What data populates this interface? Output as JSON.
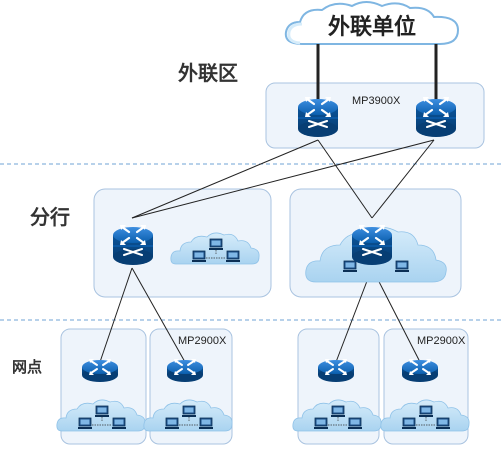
{
  "external_unit": {
    "label": "外联单位"
  },
  "zones": {
    "extranet": {
      "label": "外联区",
      "model": "MP3900X"
    },
    "branch": {
      "label": "分行"
    },
    "outlet": {
      "label": "网点",
      "model_left": "MP2900X",
      "model_right": "MP2900X"
    }
  },
  "colors": {
    "zone_fill": "#eef4fb",
    "zone_stroke": "#a9c3e0",
    "divider": "#6fa3d6",
    "router_blue": "#0b63b5",
    "cloud_fill": "#bfe0f5",
    "link_line": "#333333"
  },
  "icons": [
    "router-icon",
    "network-cloud-icon",
    "computer-icon"
  ]
}
